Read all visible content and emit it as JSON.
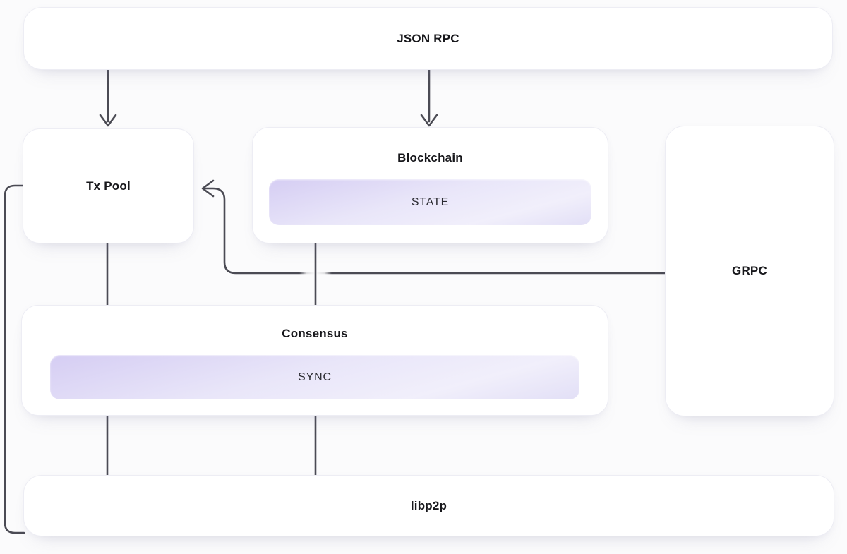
{
  "diagram": {
    "nodes": {
      "json_rpc": {
        "label": "JSON RPC"
      },
      "tx_pool": {
        "label": "Tx Pool"
      },
      "blockchain": {
        "label": "Blockchain",
        "sub": {
          "label": "STATE"
        }
      },
      "grpc": {
        "label": "GRPC"
      },
      "consensus": {
        "label": "Consensus",
        "sub": {
          "label": "SYNC"
        }
      },
      "libp2p": {
        "label": "libp2p"
      }
    },
    "edges": [
      {
        "from": "json_rpc",
        "to": "tx_pool",
        "arrow": true,
        "style": "straight-down"
      },
      {
        "from": "json_rpc",
        "to": "blockchain",
        "arrow": true,
        "style": "straight-down"
      },
      {
        "from": "grpc",
        "to": "tx_pool",
        "arrow": true,
        "style": "orthogonal"
      },
      {
        "from": "tx_pool",
        "to": "libp2p",
        "arrow": false,
        "style": "straight-down-behind-consensus"
      },
      {
        "from": "blockchain",
        "to": "libp2p",
        "arrow": false,
        "style": "straight-down-behind-consensus"
      },
      {
        "from": "tx_pool",
        "to": "libp2p",
        "arrow": false,
        "style": "left-side-loop"
      }
    ],
    "colors": {
      "background": "#fbfbfc",
      "node_fill": "#ffffff",
      "line": "#4b4b54",
      "title_text": "#17171b",
      "pill_text": "#2a2a30",
      "pill_gradient_start": "#d5cdf3",
      "pill_gradient_end": "#e2dff6"
    }
  }
}
